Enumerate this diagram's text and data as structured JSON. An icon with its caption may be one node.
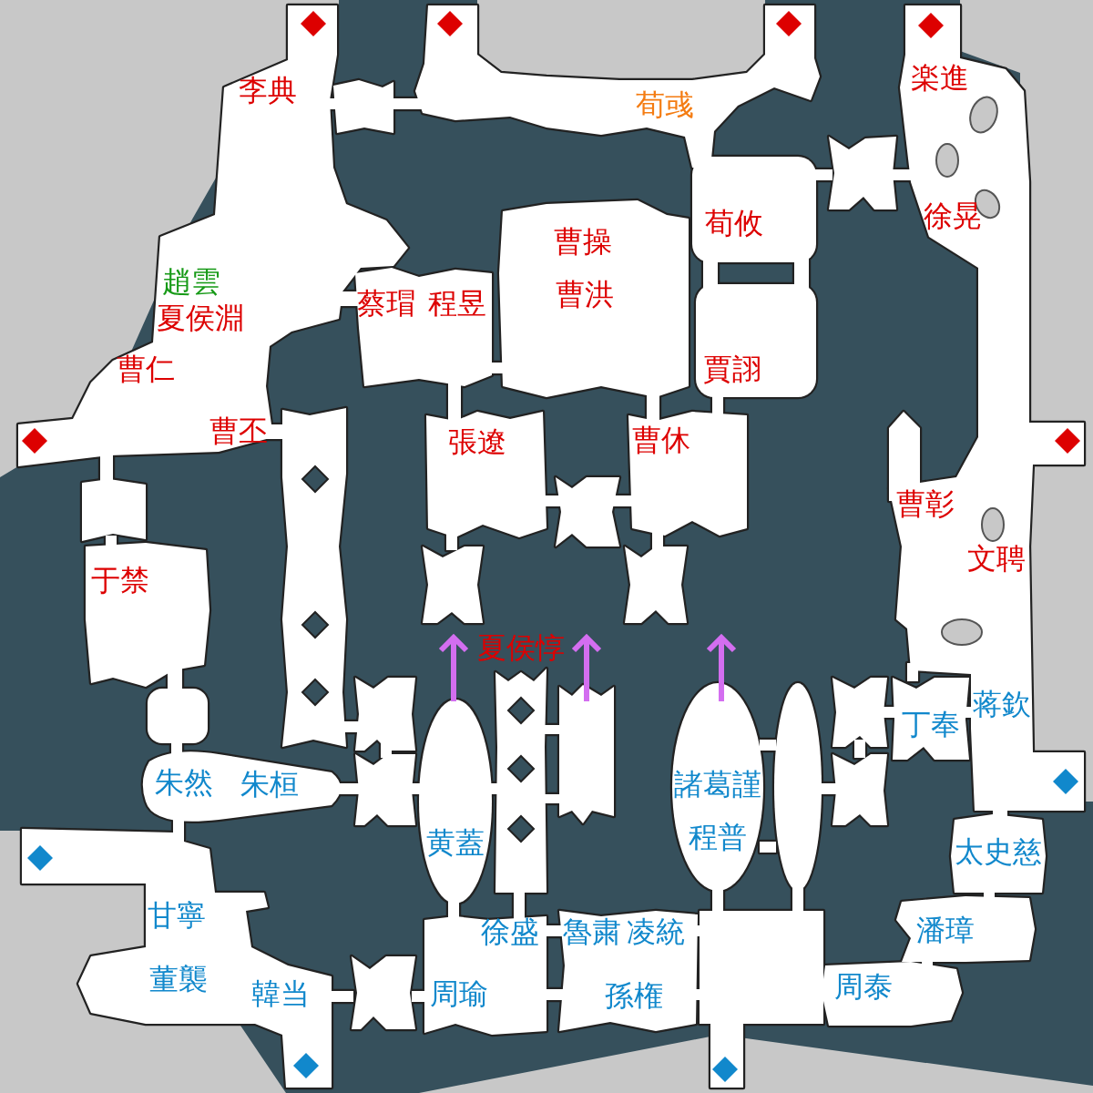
{
  "diagram": {
    "labels": [
      "李典",
      "荀彧",
      "楽進",
      "曹操",
      "荀攸",
      "徐晃",
      "趙雲",
      "蔡瑁",
      "程昱",
      "曹洪",
      "夏侯淵",
      "曹仁",
      "賈詡",
      "曹丕",
      "張遼",
      "曹休",
      "曹彰",
      "文聘",
      "于禁",
      "夏侯惇",
      "丁奉",
      "蒋欽",
      "朱然",
      "朱桓",
      "諸葛謹",
      "黄蓋",
      "程普",
      "太史慈",
      "甘寧",
      "徐盛",
      "魯粛",
      "凌統",
      "潘璋",
      "董襲",
      "韓当",
      "周瑜",
      "孫権",
      "周泰"
    ]
  }
}
